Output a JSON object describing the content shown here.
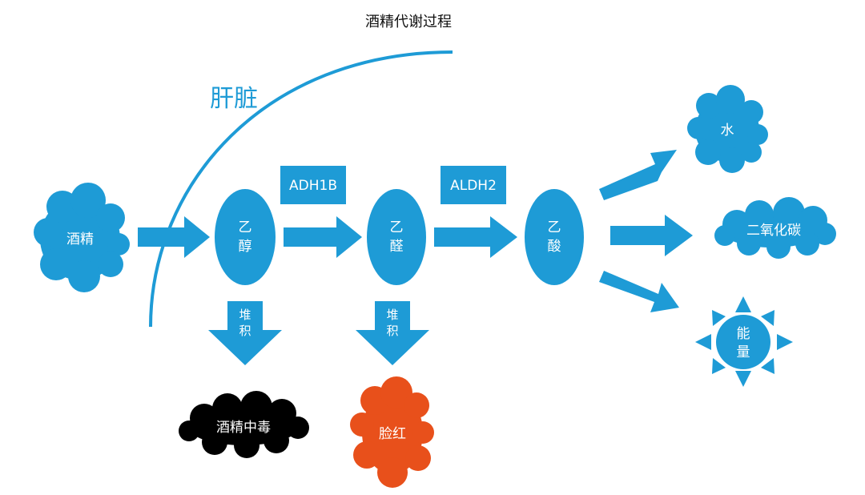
{
  "title": "酒精代谢过程",
  "liver_label": "肝脏",
  "colors": {
    "primary": "#1e9bd6",
    "liver_curve": "#1e9bd6",
    "poisoning": "#000000",
    "flush": "#e8501b",
    "background": "#ffffff"
  },
  "nodes": {
    "alcohol": "酒精",
    "ethanol": [
      "乙",
      "醇"
    ],
    "acetaldehyde": [
      "乙",
      "醛"
    ],
    "acetic_acid": [
      "乙",
      "酸"
    ]
  },
  "enzymes": {
    "adh": "ADH1B",
    "aldh": "ALDH2"
  },
  "accumulate": {
    "label_chars": [
      "堆",
      "积"
    ]
  },
  "effects": {
    "poisoning": "酒精中毒",
    "flush": "脸红"
  },
  "products": {
    "water": "水",
    "co2": "二氧化碳",
    "energy": [
      "能",
      "量"
    ]
  }
}
